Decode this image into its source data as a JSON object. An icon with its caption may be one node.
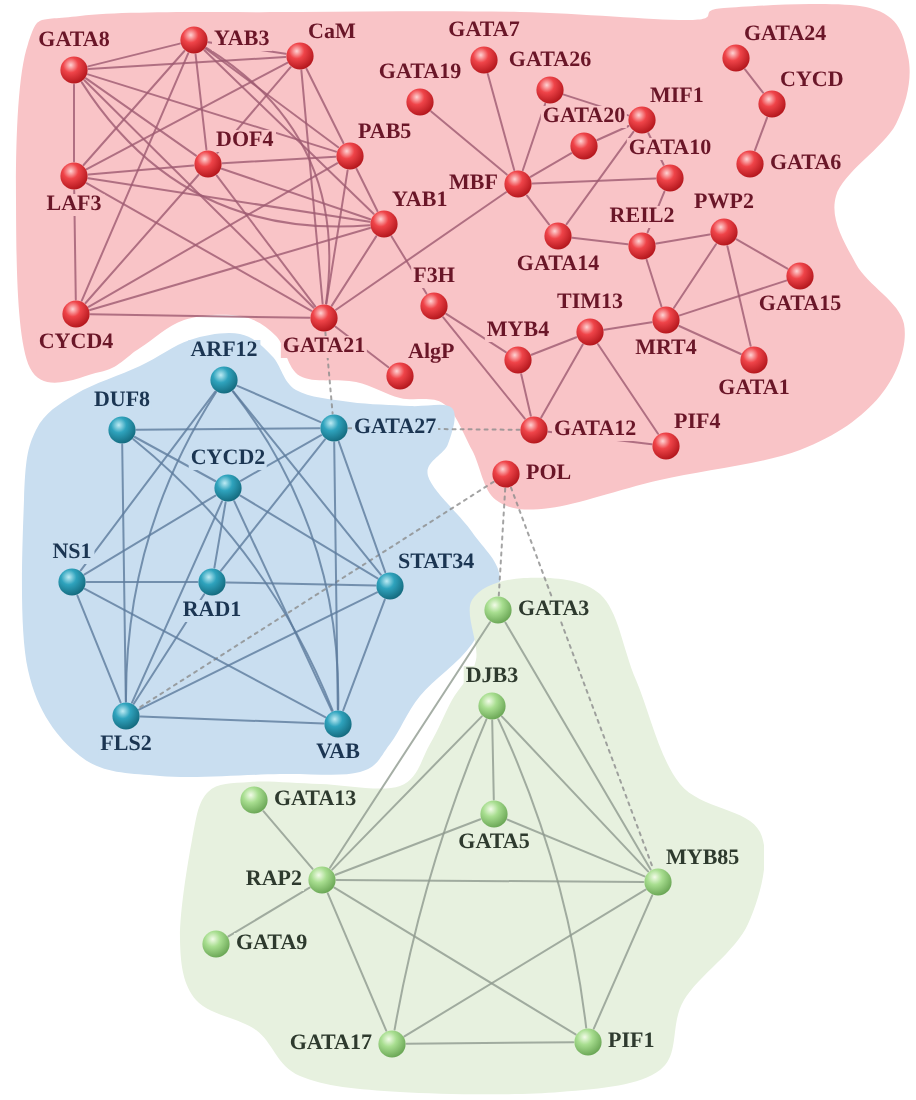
{
  "diagram": {
    "nodes": [
      {
        "text": [],
        "shape": "blob"
      },
      {
        "text": [
          "YAB3"
        ],
        "in": 0
      },
      {
        "text": [
          "GATA8"
        ],
        "in": 0
      },
      {
        "text": [
          "CaM"
        ],
        "in": 0
      },
      {
        "text": [
          "GATA7"
        ],
        "in": 0
      },
      {
        "text": [
          "GATA24"
        ],
        "in": 0
      },
      {
        "text": [
          "GATA26"
        ],
        "in": 0
      },
      {
        "text": [
          "GATA19"
        ],
        "in": 0
      },
      {
        "text": [
          "CYCD"
        ],
        "in": 0
      },
      {
        "text": [
          "MIF1"
        ],
        "in": 0
      },
      {
        "text": [
          "GATA20"
        ],
        "in": 0
      },
      {
        "text": [
          "PAB5"
        ],
        "in": 0
      },
      {
        "text": [
          "DOF4"
        ],
        "in": 0
      },
      {
        "text": [
          "LAF3"
        ],
        "in": 0
      },
      {
        "text": [
          "MBF"
        ],
        "in": 0
      },
      {
        "text": [
          "GATA10"
        ],
        "in": 0
      },
      {
        "text": [
          "GATA6"
        ],
        "in": 0
      },
      {
        "text": [
          "YAB1"
        ],
        "in": 0
      },
      {
        "text": [
          "PWP2"
        ],
        "in": 0
      },
      {
        "text": [
          "GATA14"
        ],
        "in": 0
      },
      {
        "text": [
          "REIL2"
        ],
        "in": 0
      },
      {
        "text": [
          "GATA15"
        ],
        "in": 0
      },
      {
        "text": [
          "F3H"
        ],
        "in": 0
      },
      {
        "text": [
          "CYCD4"
        ],
        "in": 0
      },
      {
        "text": [
          "GATA21"
        ],
        "in": 0
      },
      {
        "text": [
          "MRT4"
        ],
        "in": 0
      },
      {
        "text": [
          "TIM13"
        ],
        "in": 0
      },
      {
        "text": [
          "MYB4"
        ],
        "in": 0
      },
      {
        "text": [
          "GATA1"
        ],
        "in": 0
      },
      {
        "text": [
          "AlgP"
        ],
        "in": 0
      },
      {
        "text": [
          "GATA12"
        ],
        "in": 0
      },
      {
        "text": [
          "PIF4"
        ],
        "in": 0
      },
      {
        "text": [
          "POL"
        ],
        "in": 0
      },
      {
        "text": [],
        "shape": "blob"
      },
      {
        "text": [
          "ARF12"
        ],
        "in": 33
      },
      {
        "text": [
          "GATA27"
        ],
        "in": 33
      },
      {
        "text": [
          "DUF8"
        ],
        "in": 33
      },
      {
        "text": [
          "CYCD2"
        ],
        "in": 33
      },
      {
        "text": [
          "NS1"
        ],
        "in": 33
      },
      {
        "text": [
          "RAD1"
        ],
        "in": 33
      },
      {
        "text": [
          "STAT34"
        ],
        "in": 33
      },
      {
        "text": [
          "FLS2"
        ],
        "in": 33
      },
      {
        "text": [
          "VAB"
        ],
        "in": 33
      },
      {
        "text": [],
        "shape": "blob"
      },
      {
        "text": [
          "GATA3"
        ],
        "in": 43
      },
      {
        "text": [
          "DJB3"
        ],
        "in": 43
      },
      {
        "text": [
          "GATA13"
        ],
        "in": 43
      },
      {
        "text": [
          "GATA5"
        ],
        "in": 43
      },
      {
        "text": [
          "RAP2"
        ],
        "in": 43
      },
      {
        "text": [
          "MYB85"
        ],
        "in": 43
      },
      {
        "text": [
          "GATA9"
        ],
        "in": 43
      },
      {
        "text": [
          "GATA17"
        ],
        "in": 43
      },
      {
        "text": [
          "PIF1"
        ],
        "in": 43
      }
    ],
    "edges": [
      {
        "from": 1,
        "to": 2,
        "arrow": "none"
      },
      {
        "from": 1,
        "to": 3,
        "arrow": "none"
      },
      {
        "from": 1,
        "to": 13,
        "arrow": "none"
      },
      {
        "from": 1,
        "to": 12,
        "arrow": "none"
      },
      {
        "from": 1,
        "to": 11,
        "arrow": "none"
      },
      {
        "from": 1,
        "to": 17,
        "arrow": "none"
      },
      {
        "from": 1,
        "to": 23,
        "arrow": "none"
      },
      {
        "from": 1,
        "to": 24,
        "arrow": "none"
      },
      {
        "from": 2,
        "to": 3,
        "arrow": "none"
      },
      {
        "from": 2,
        "to": 13,
        "arrow": "none"
      },
      {
        "from": 2,
        "to": 12,
        "arrow": "none"
      },
      {
        "from": 2,
        "to": 11,
        "arrow": "none"
      },
      {
        "from": 2,
        "to": 17,
        "arrow": "none"
      },
      {
        "from": 2,
        "to": 24,
        "arrow": "none"
      },
      {
        "from": 3,
        "to": 13,
        "arrow": "none"
      },
      {
        "from": 3,
        "to": 12,
        "arrow": "none"
      },
      {
        "from": 3,
        "to": 11,
        "arrow": "none"
      },
      {
        "from": 3,
        "to": 24,
        "arrow": "none"
      },
      {
        "from": 13,
        "to": 12,
        "arrow": "none"
      },
      {
        "from": 13,
        "to": 17,
        "arrow": "none"
      },
      {
        "from": 13,
        "to": 23,
        "arrow": "none"
      },
      {
        "from": 13,
        "to": 24,
        "arrow": "none"
      },
      {
        "from": 12,
        "to": 11,
        "arrow": "none"
      },
      {
        "from": 12,
        "to": 17,
        "arrow": "none"
      },
      {
        "from": 12,
        "to": 23,
        "arrow": "none"
      },
      {
        "from": 12,
        "to": 24,
        "arrow": "none"
      },
      {
        "from": 11,
        "to": 17,
        "arrow": "none"
      },
      {
        "from": 11,
        "to": 23,
        "arrow": "none"
      },
      {
        "from": 11,
        "to": 24,
        "arrow": "none"
      },
      {
        "from": 17,
        "to": 23,
        "arrow": "none"
      },
      {
        "from": 17,
        "to": 24,
        "arrow": "none"
      },
      {
        "from": 23,
        "to": 24,
        "arrow": "none"
      },
      {
        "from": 24,
        "to": 14,
        "arrow": "none"
      },
      {
        "from": 24,
        "to": 29,
        "arrow": "none"
      },
      {
        "from": 17,
        "to": 22,
        "arrow": "none"
      },
      {
        "from": 7,
        "to": 14,
        "arrow": "none"
      },
      {
        "from": 4,
        "to": 14,
        "arrow": "none"
      },
      {
        "from": 6,
        "to": 14,
        "arrow": "none"
      },
      {
        "from": 6,
        "to": 9,
        "arrow": "none"
      },
      {
        "from": 10,
        "to": 14,
        "arrow": "none"
      },
      {
        "from": 10,
        "to": 9,
        "arrow": "none"
      },
      {
        "from": 9,
        "to": 15,
        "arrow": "none"
      },
      {
        "from": 9,
        "to": 19,
        "arrow": "none"
      },
      {
        "from": 14,
        "to": 15,
        "arrow": "none"
      },
      {
        "from": 14,
        "to": 19,
        "arrow": "none"
      },
      {
        "from": 19,
        "to": 20,
        "arrow": "none"
      },
      {
        "from": 15,
        "to": 20,
        "arrow": "none"
      },
      {
        "from": 20,
        "to": 18,
        "arrow": "none"
      },
      {
        "from": 20,
        "to": 25,
        "arrow": "none"
      },
      {
        "from": 18,
        "to": 25,
        "arrow": "none"
      },
      {
        "from": 18,
        "to": 21,
        "arrow": "none"
      },
      {
        "from": 18,
        "to": 28,
        "arrow": "none"
      },
      {
        "from": 25,
        "to": 21,
        "arrow": "none"
      },
      {
        "from": 25,
        "to": 28,
        "arrow": "none"
      },
      {
        "from": 25,
        "to": 26,
        "arrow": "none"
      },
      {
        "from": 26,
        "to": 27,
        "arrow": "none"
      },
      {
        "from": 26,
        "to": 30,
        "arrow": "none"
      },
      {
        "from": 26,
        "to": 31,
        "arrow": "none"
      },
      {
        "from": 22,
        "to": 27,
        "arrow": "none"
      },
      {
        "from": 22,
        "to": 30,
        "arrow": "none"
      },
      {
        "from": 27,
        "to": 30,
        "arrow": "none"
      },
      {
        "from": 30,
        "to": 31,
        "arrow": "none"
      },
      {
        "from": 5,
        "to": 8,
        "arrow": "none"
      },
      {
        "from": 8,
        "to": 16,
        "arrow": "none"
      },
      {
        "from": 24,
        "to": 35,
        "arrow": "none",
        "style": "dashed",
        "color": "#8c8c8c"
      },
      {
        "from": 35,
        "to": 30,
        "arrow": "none",
        "style": "dashed",
        "color": "#8c8c8c"
      },
      {
        "from": 32,
        "to": 44,
        "arrow": "none",
        "style": "dashed",
        "color": "#8c8c8c"
      },
      {
        "from": 32,
        "to": 49,
        "arrow": "none",
        "style": "dashed",
        "color": "#8c8c8c"
      },
      {
        "from": 32,
        "to": 41,
        "arrow": "none",
        "style": "dashed",
        "color": "#8c8c8c"
      },
      {
        "from": 34,
        "to": 35,
        "arrow": "none",
        "color": "#5d7a9c"
      },
      {
        "from": 34,
        "to": 38,
        "arrow": "none",
        "color": "#5d7a9c"
      },
      {
        "from": 34,
        "to": 40,
        "arrow": "none",
        "color": "#5d7a9c"
      },
      {
        "from": 34,
        "to": 41,
        "arrow": "none",
        "color": "#5d7a9c"
      },
      {
        "from": 34,
        "to": 42,
        "arrow": "none",
        "color": "#5d7a9c"
      },
      {
        "from": 36,
        "to": 35,
        "arrow": "none",
        "color": "#5d7a9c"
      },
      {
        "from": 36,
        "to": 37,
        "arrow": "none",
        "color": "#5d7a9c"
      },
      {
        "from": 36,
        "to": 41,
        "arrow": "none",
        "color": "#5d7a9c"
      },
      {
        "from": 36,
        "to": 42,
        "arrow": "none",
        "color": "#5d7a9c"
      },
      {
        "from": 35,
        "to": 37,
        "arrow": "none",
        "color": "#5d7a9c"
      },
      {
        "from": 35,
        "to": 39,
        "arrow": "none",
        "color": "#5d7a9c"
      },
      {
        "from": 35,
        "to": 40,
        "arrow": "none",
        "color": "#5d7a9c"
      },
      {
        "from": 35,
        "to": 42,
        "arrow": "none",
        "color": "#5d7a9c"
      },
      {
        "from": 37,
        "to": 38,
        "arrow": "none",
        "color": "#5d7a9c"
      },
      {
        "from": 37,
        "to": 39,
        "arrow": "none",
        "color": "#5d7a9c"
      },
      {
        "from": 37,
        "to": 40,
        "arrow": "none",
        "color": "#5d7a9c"
      },
      {
        "from": 37,
        "to": 41,
        "arrow": "none",
        "color": "#5d7a9c"
      },
      {
        "from": 37,
        "to": 42,
        "arrow": "none",
        "color": "#5d7a9c"
      },
      {
        "from": 38,
        "to": 39,
        "arrow": "none",
        "color": "#5d7a9c"
      },
      {
        "from": 39,
        "to": 40,
        "arrow": "none",
        "color": "#5d7a9c"
      },
      {
        "from": 38,
        "to": 41,
        "arrow": "none",
        "color": "#5d7a9c"
      },
      {
        "from": 38,
        "to": 42,
        "arrow": "none",
        "color": "#5d7a9c"
      },
      {
        "from": 39,
        "to": 41,
        "arrow": "none",
        "color": "#5d7a9c"
      },
      {
        "from": 40,
        "to": 41,
        "arrow": "none",
        "color": "#5d7a9c"
      },
      {
        "from": 40,
        "to": 42,
        "arrow": "none",
        "color": "#5d7a9c"
      },
      {
        "from": 41,
        "to": 42,
        "arrow": "none",
        "color": "#5d7a9c"
      },
      {
        "from": 44,
        "to": 48,
        "arrow": "none",
        "color": "#8e9a8e"
      },
      {
        "from": 44,
        "to": 49,
        "arrow": "none",
        "color": "#8e9a8e"
      },
      {
        "from": 45,
        "to": 47,
        "arrow": "none",
        "color": "#8e9a8e"
      },
      {
        "from": 45,
        "to": 48,
        "arrow": "none",
        "color": "#8e9a8e"
      },
      {
        "from": 45,
        "to": 49,
        "arrow": "none",
        "color": "#8e9a8e"
      },
      {
        "from": 45,
        "to": 51,
        "arrow": "none",
        "color": "#8e9a8e"
      },
      {
        "from": 45,
        "to": 52,
        "arrow": "none",
        "color": "#8e9a8e"
      },
      {
        "from": 47,
        "to": 48,
        "arrow": "none",
        "color": "#8e9a8e"
      },
      {
        "from": 47,
        "to": 49,
        "arrow": "none",
        "color": "#8e9a8e"
      },
      {
        "from": 48,
        "to": 49,
        "arrow": "none",
        "color": "#8e9a8e"
      },
      {
        "from": 48,
        "to": 51,
        "arrow": "none",
        "color": "#8e9a8e"
      },
      {
        "from": 48,
        "to": 52,
        "arrow": "none",
        "color": "#8e9a8e"
      },
      {
        "from": 48,
        "to": 46,
        "arrow": "none",
        "color": "#8e9a8e"
      },
      {
        "from": 48,
        "to": 50,
        "arrow": "none",
        "color": "#8e9a8e"
      },
      {
        "from": 49,
        "to": 51,
        "arrow": "none",
        "color": "#8e9a8e"
      },
      {
        "from": 49,
        "to": 52,
        "arrow": "none",
        "color": "#8e9a8e"
      },
      {
        "from": 51,
        "to": 52,
        "arrow": "none",
        "color": "#8e9a8e"
      }
    ]
  }
}
